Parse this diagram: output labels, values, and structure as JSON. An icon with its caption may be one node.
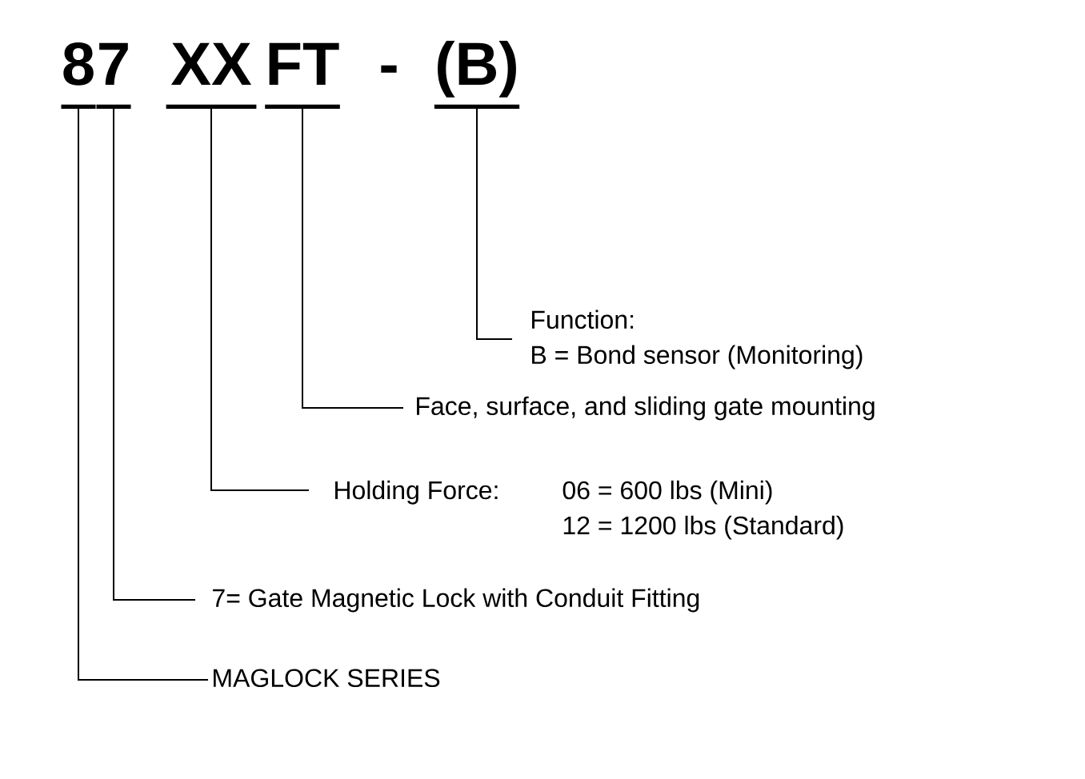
{
  "diagram": {
    "nodes": [
      {
        "text": [
          "8"
        ]
      },
      {
        "text": [
          "7"
        ]
      },
      {
        "text": [
          "XX"
        ]
      },
      {
        "text": [
          "FT"
        ]
      },
      {
        "text": [
          "(B)"
        ]
      },
      {
        "text": [
          "Function:",
          "B = Bond sensor (Monitoring)"
        ]
      },
      {
        "text": [
          "Face, surface, and sliding gate mounting"
        ]
      },
      {
        "text": [
          "Holding Force:",
          "06 = 600 lbs (Mini)",
          "12 = 1200 lbs (Standard)"
        ]
      },
      {
        "text": [
          "7= Gate Magnetic Lock with Conduit Fitting"
        ]
      },
      {
        "text": [
          "MAGLOCK SERIES"
        ]
      }
    ],
    "edges": [
      {
        "from": 4,
        "to": 5,
        "arrow": "none"
      },
      {
        "from": 3,
        "to": 6,
        "arrow": "none"
      },
      {
        "from": 2,
        "to": 7,
        "arrow": "none"
      },
      {
        "from": 1,
        "to": 8,
        "arrow": "none"
      },
      {
        "from": 0,
        "to": 9,
        "arrow": "none"
      }
    ],
    "labels": [
      "-"
    ]
  }
}
